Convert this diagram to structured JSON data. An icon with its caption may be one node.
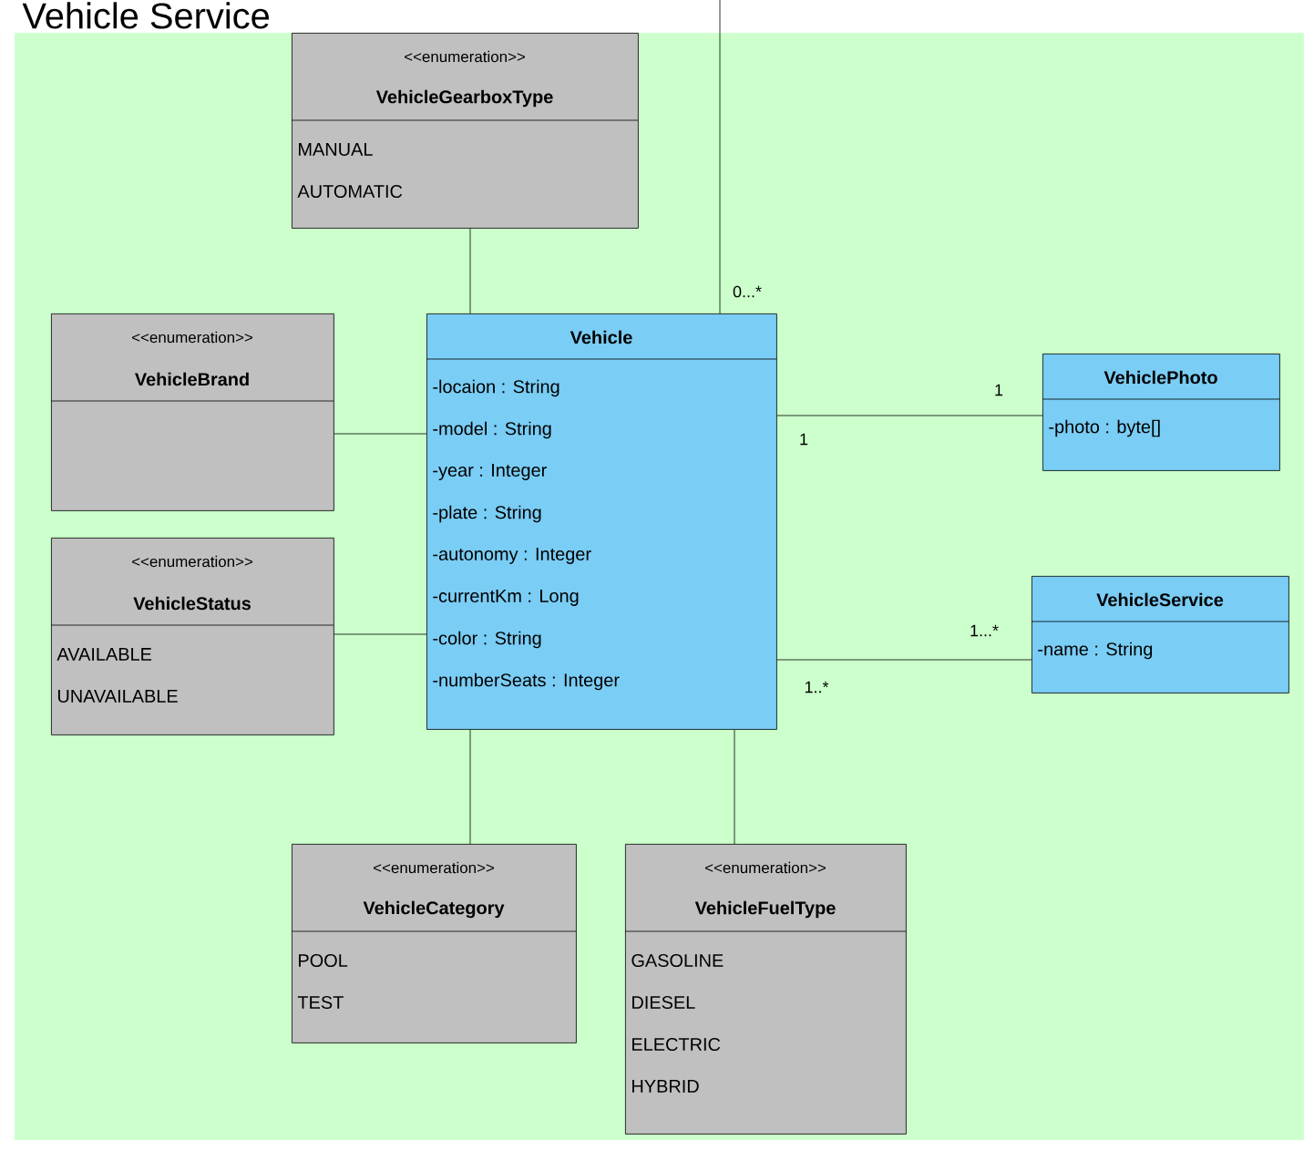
{
  "diagram": {
    "nodes": [
      {
        "text": [
          "Vehicle Service"
        ]
      },
      {
        "text": [
          "<<enumeration>>",
          "VehicleGearboxType",
          "MANUAL",
          "AUTOMATIC"
        ],
        "in": 0
      },
      {
        "text": [
          "<<enumeration>>",
          "VehicleBrand"
        ],
        "in": 0
      },
      {
        "text": [
          "Vehicle",
          "-locaion : String",
          "-model : String",
          "-year : Integer",
          "-plate : String",
          "-autonomy : Integer",
          "-currentKm : Long",
          "-color : String",
          "-numberSeats : Integer"
        ],
        "in": 0
      },
      {
        "text": [
          "VehiclePhoto",
          "-photo : byte[]"
        ],
        "in": 0
      },
      {
        "text": [
          "<<enumeration>>",
          "VehicleStatus",
          "AVAILABLE",
          "UNAVAILABLE"
        ],
        "in": 0
      },
      {
        "text": [
          "VehicleService",
          "-name : String"
        ],
        "in": 0
      },
      {
        "text": [
          "<<enumeration>>",
          "VehicleCategory",
          "POOL",
          "TEST"
        ],
        "in": 0
      },
      {
        "text": [
          "<<enumeration>>",
          "VehicleFuelType",
          "GASOLINE",
          "DIESEL",
          "ELECTRIC",
          "HYBRID"
        ],
        "in": 0
      }
    ],
    "edges": [
      {
        "from": 3,
        "to": null,
        "arrow": "none",
        "label": "0...*"
      },
      {
        "from": 1,
        "to": 3,
        "arrow": "none"
      },
      {
        "from": 2,
        "to": 3,
        "arrow": "none"
      },
      {
        "from": 3,
        "to": 4,
        "arrow": "none",
        "label": "1"
      },
      {
        "from": 5,
        "to": 3,
        "arrow": "none"
      },
      {
        "from": 3,
        "to": 6,
        "arrow": "none",
        "label": "1...*"
      },
      {
        "from": 7,
        "to": 3,
        "arrow": "none"
      },
      {
        "from": 8,
        "to": 3,
        "arrow": "none"
      }
    ],
    "labels": [
      "1",
      "1..*"
    ]
  }
}
